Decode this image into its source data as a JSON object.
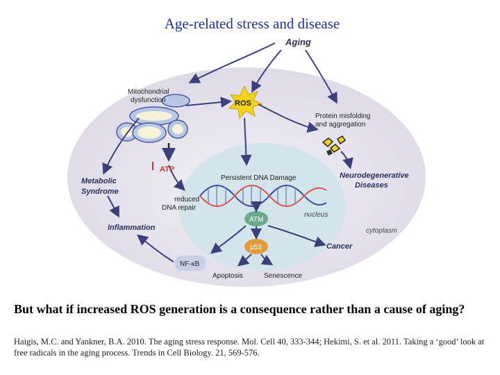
{
  "title": "Age-related stress and disease",
  "diagram": {
    "aging": "Aging",
    "mito_line1": "Mitochondrial",
    "mito_line2": "dysfunction",
    "ros": "ROS",
    "protein_line1": "Protein misfolding",
    "protein_line2": "and aggregation",
    "atp": "ATP",
    "dna_damage": "Persistent DNA Damage",
    "neuro_line1": "Neurodegenerative",
    "neuro_line2": "Diseases",
    "metabolic_line1": "Metabolic",
    "metabolic_line2": "Syndrome",
    "repair_line1": "reduced",
    "repair_line2": "DNA repair",
    "nucleus": "nucleus",
    "atm": "ATM",
    "inflammation": "Inflammation",
    "cytoplasm": "cytoplasm",
    "p53": "p53",
    "cancer": "Cancer",
    "nfkb": "NF-κB",
    "apoptosis": "Apoptosis",
    "senescence": "Senescence"
  },
  "question": "But what if increased ROS generation is a consequence rather than a cause of aging?",
  "references": "Haigis, M.C. and Yankner, B.A. 2010. The aging stress response. Mol. Cell 40, 333-344; Hekimi, S. et al. 2011. Taking a ‘good’ look at free radicals in the aging process. Trends in Cell Biology. 21, 569-576.",
  "colors": {
    "title": "#1f2fa3",
    "cell_fill": "#e8e6ef",
    "nucleus_fill": "#d3e4ea",
    "arrow": "#3b3f7a",
    "ros_star": "#f2d21b",
    "atm_fill": "#6aa98c",
    "p53_fill": "#e39a3b",
    "atp_arrow": "#c0392b"
  }
}
